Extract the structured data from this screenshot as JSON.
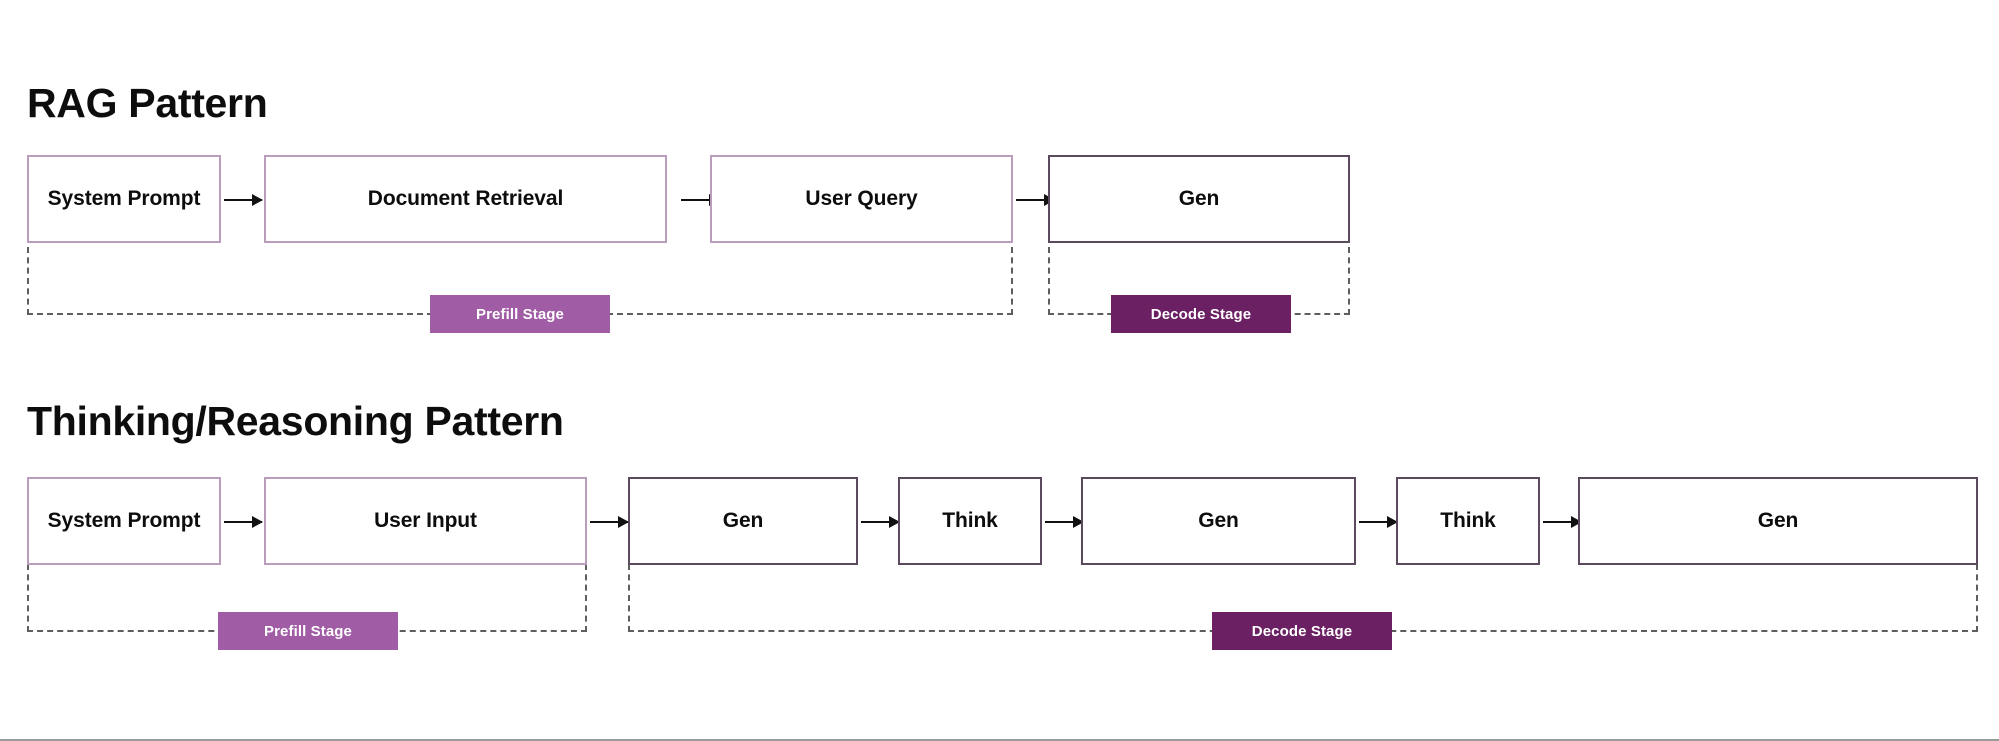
{
  "page": {
    "background_color": "#ffffff",
    "text_color": "#0d0d0d"
  },
  "colors": {
    "light_border": "#b99dba",
    "dark_border": "#5b4a5e",
    "prefill_badge": "#a05ca5",
    "decode_badge": "#6b2063",
    "bracket_line": "#5e5e5e",
    "arrow": "#111111"
  },
  "sections": [
    {
      "id": "rag",
      "title": "RAG Pattern",
      "nodes": [
        {
          "label": "System Prompt",
          "style": "light"
        },
        {
          "label": "Document Retrieval",
          "style": "light"
        },
        {
          "label": "User Query",
          "style": "light"
        },
        {
          "label": "Gen",
          "style": "dark"
        }
      ],
      "stages": [
        {
          "label": "Prefill Stage",
          "style": "prefill",
          "covers": "System Prompt, Document Retrieval, User Query"
        },
        {
          "label": "Decode Stage",
          "style": "decode",
          "covers": "Gen"
        }
      ]
    },
    {
      "id": "thinking",
      "title": "Thinking/Reasoning  Pattern",
      "nodes": [
        {
          "label": "System Prompt",
          "style": "light"
        },
        {
          "label": "User Input",
          "style": "light"
        },
        {
          "label": "Gen",
          "style": "dark"
        },
        {
          "label": "Think",
          "style": "dark"
        },
        {
          "label": "Gen",
          "style": "dark"
        },
        {
          "label": "Think",
          "style": "dark"
        },
        {
          "label": "Gen",
          "style": "dark"
        }
      ],
      "stages": [
        {
          "label": "Prefill Stage",
          "style": "prefill",
          "covers": "System Prompt, User Input"
        },
        {
          "label": "Decode Stage",
          "style": "decode",
          "covers": "Gen, Think, Gen, Think, Gen"
        }
      ]
    }
  ]
}
